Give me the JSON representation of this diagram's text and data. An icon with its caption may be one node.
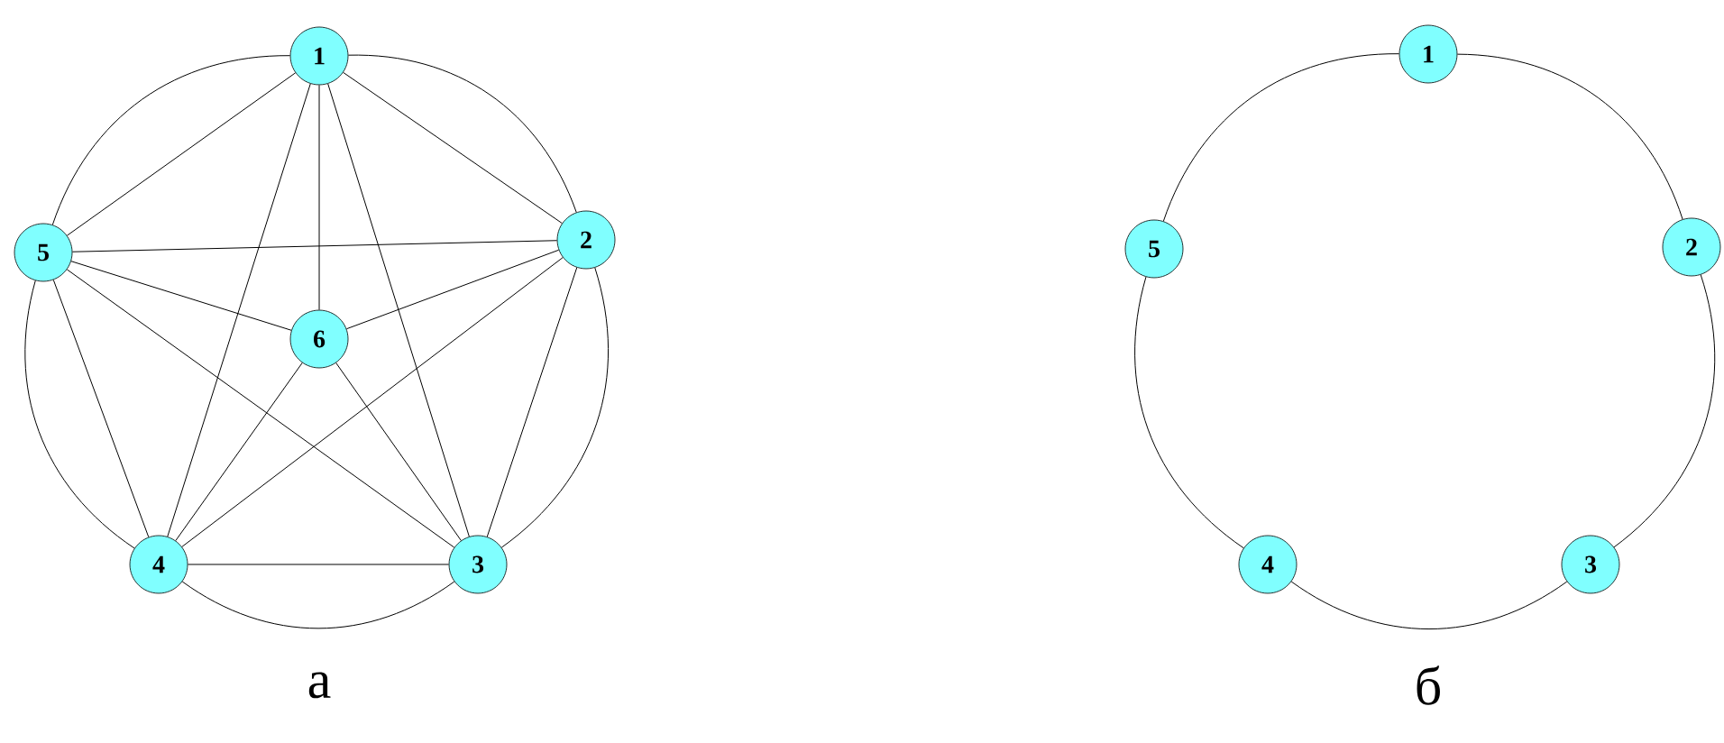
{
  "diagram": {
    "nodes": [
      {
        "text": [
          "1"
        ]
      },
      {
        "text": [
          "2"
        ]
      },
      {
        "text": [
          "3"
        ]
      },
      {
        "text": [
          "4"
        ]
      },
      {
        "text": [
          "5"
        ]
      },
      {
        "text": [
          "6"
        ]
      },
      {
        "text": [
          "1"
        ]
      },
      {
        "text": [
          "2"
        ]
      },
      {
        "text": [
          "3"
        ]
      },
      {
        "text": [
          "4"
        ]
      },
      {
        "text": [
          "5"
        ]
      }
    ],
    "edges": [
      {
        "from": 0,
        "to": 4,
        "arrow": "none"
      },
      {
        "from": 0,
        "to": 1,
        "arrow": "none"
      },
      {
        "from": 0,
        "to": 5,
        "arrow": "none"
      },
      {
        "from": 0,
        "to": 3,
        "arrow": "none"
      },
      {
        "from": 0,
        "to": 2,
        "arrow": "none"
      },
      {
        "from": 4,
        "to": 1,
        "arrow": "none"
      },
      {
        "from": 4,
        "to": 5,
        "arrow": "none"
      },
      {
        "from": 4,
        "to": 3,
        "arrow": "none"
      },
      {
        "from": 4,
        "to": 2,
        "arrow": "none"
      },
      {
        "from": 1,
        "to": 5,
        "arrow": "none"
      },
      {
        "from": 1,
        "to": 3,
        "arrow": "none"
      },
      {
        "from": 1,
        "to": 2,
        "arrow": "none"
      },
      {
        "from": 5,
        "to": 3,
        "arrow": "none"
      },
      {
        "from": 5,
        "to": 2,
        "arrow": "none"
      },
      {
        "from": 3,
        "to": 2,
        "arrow": "none"
      },
      {
        "from": 0,
        "to": 1,
        "arrow": "none"
      },
      {
        "from": 1,
        "to": 2,
        "arrow": "none"
      },
      {
        "from": 2,
        "to": 3,
        "arrow": "none"
      },
      {
        "from": 3,
        "to": 4,
        "arrow": "none"
      },
      {
        "from": 4,
        "to": 0,
        "arrow": "none"
      },
      {
        "from": 6,
        "to": 7,
        "arrow": "none"
      },
      {
        "from": 7,
        "to": 8,
        "arrow": "none"
      },
      {
        "from": 8,
        "to": 9,
        "arrow": "none"
      },
      {
        "from": 9,
        "to": 10,
        "arrow": "none"
      },
      {
        "from": 10,
        "to": 6,
        "arrow": "none"
      }
    ],
    "labels": [
      "а",
      "б"
    ]
  }
}
